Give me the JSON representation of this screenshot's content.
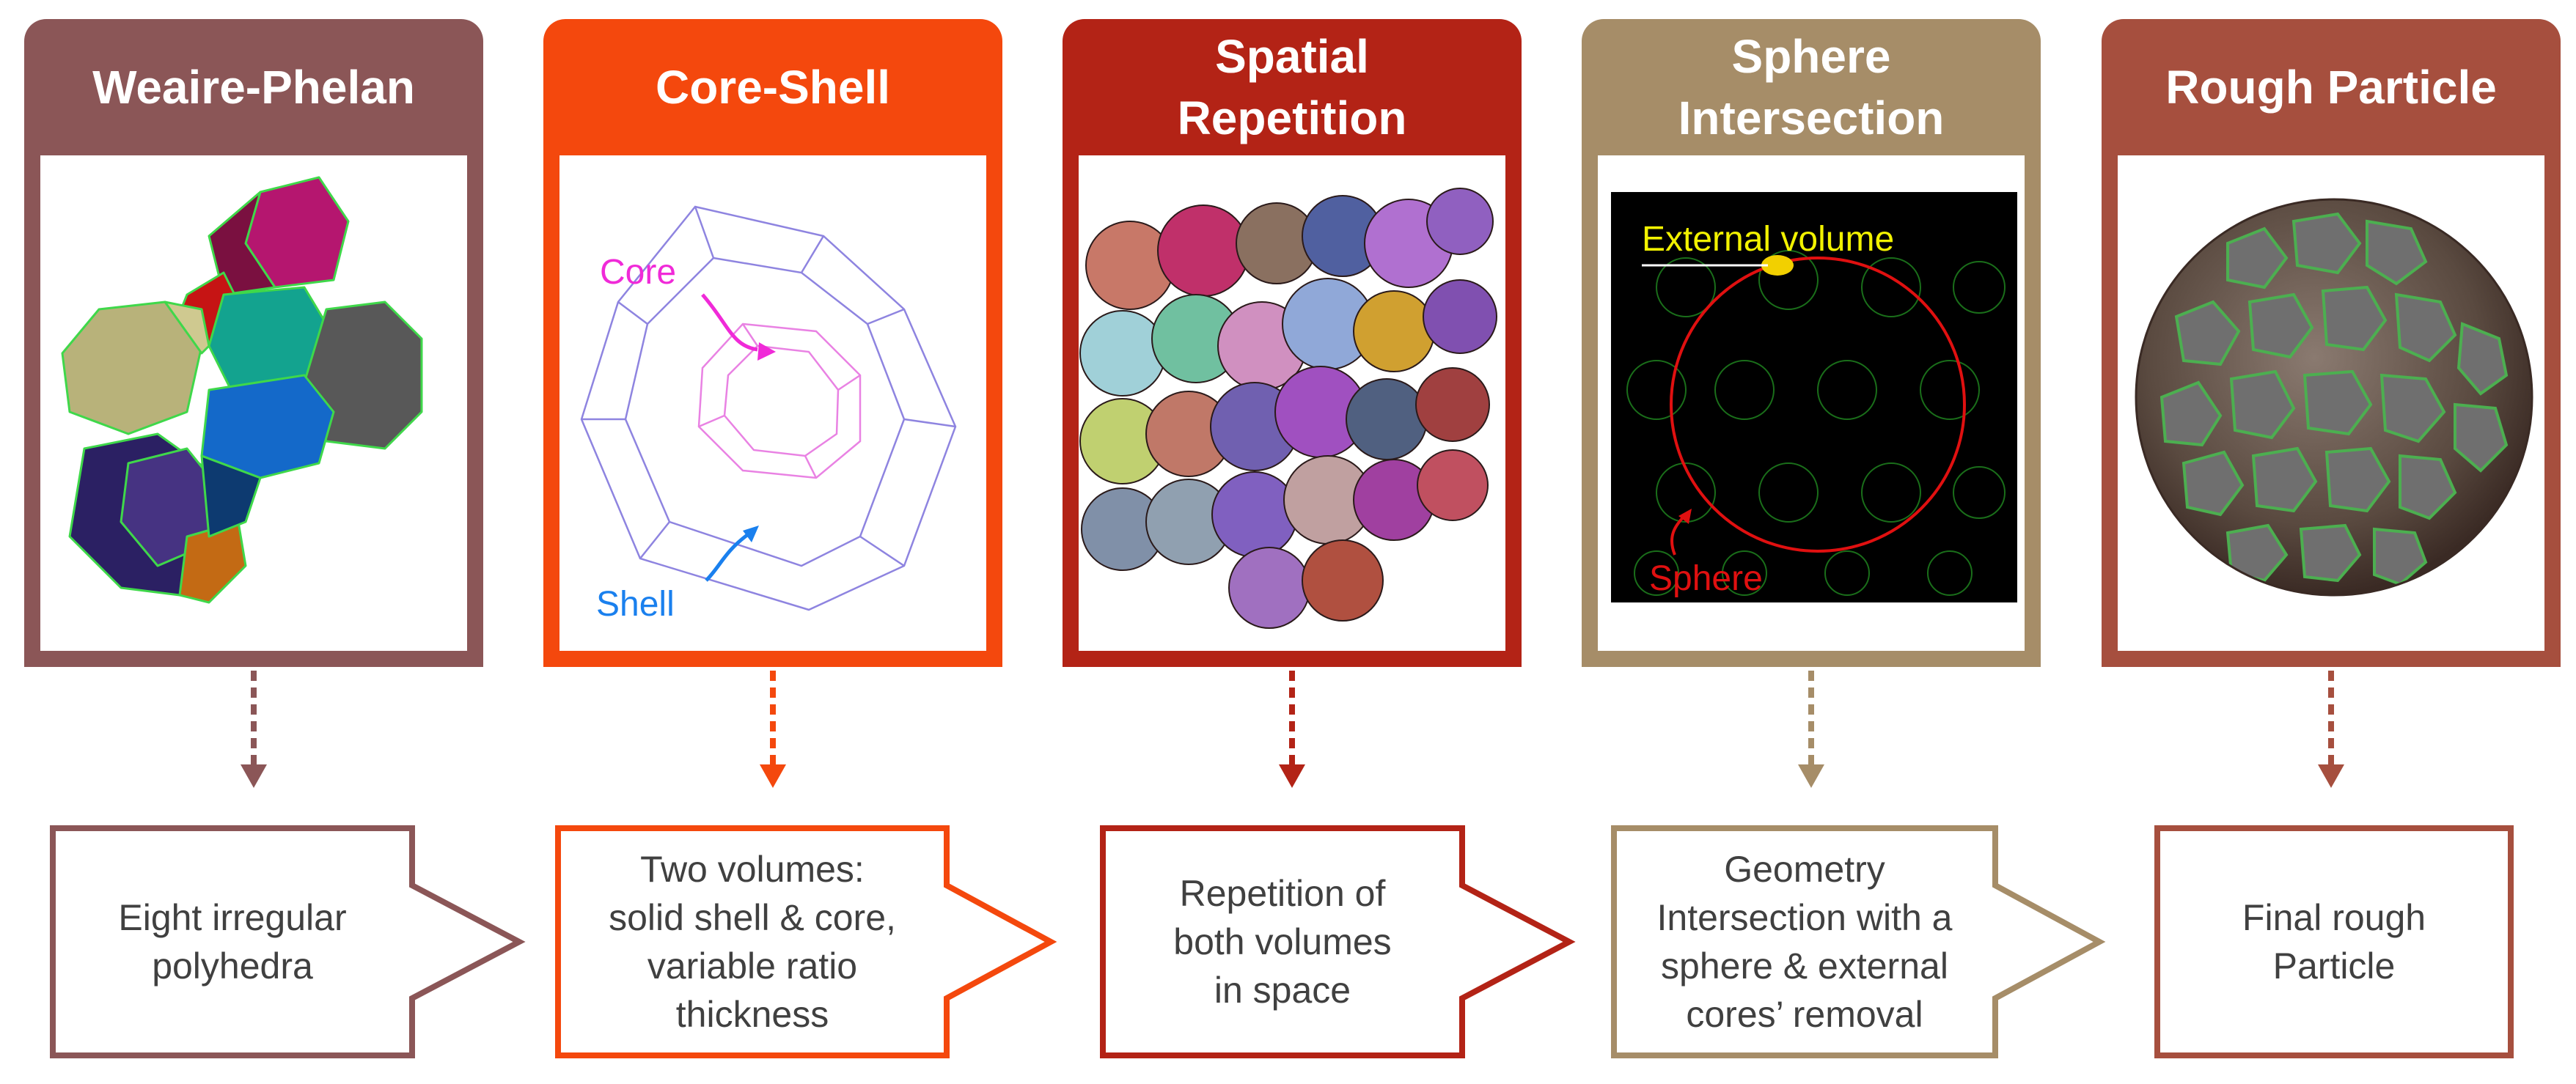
{
  "colors": {
    "weaire": "#8b5657",
    "coreshell": "#f4480d",
    "spatial": "#b32316",
    "sphere": "#a68d68",
    "rough": "#a64f3e"
  },
  "panels": [
    {
      "title": "Weaire-Phelan"
    },
    {
      "title": "Core-Shell",
      "core_label": "Core",
      "shell_label": "Shell"
    },
    {
      "title": "Spatial\nRepetition"
    },
    {
      "title": "Sphere\nIntersection",
      "external_label": "External volume",
      "sphere_label": "Sphere"
    },
    {
      "title": "Rough Particle"
    }
  ],
  "notes": [
    "Eight irregular\npolyhedra",
    "Two volumes:\nsolid shell & core,\nvariable ratio\nthickness",
    "Repetition of\nboth volumes\nin space",
    "Geometry\nIntersection with a\nsphere & external\ncores’ removal",
    "Final rough\nParticle"
  ]
}
